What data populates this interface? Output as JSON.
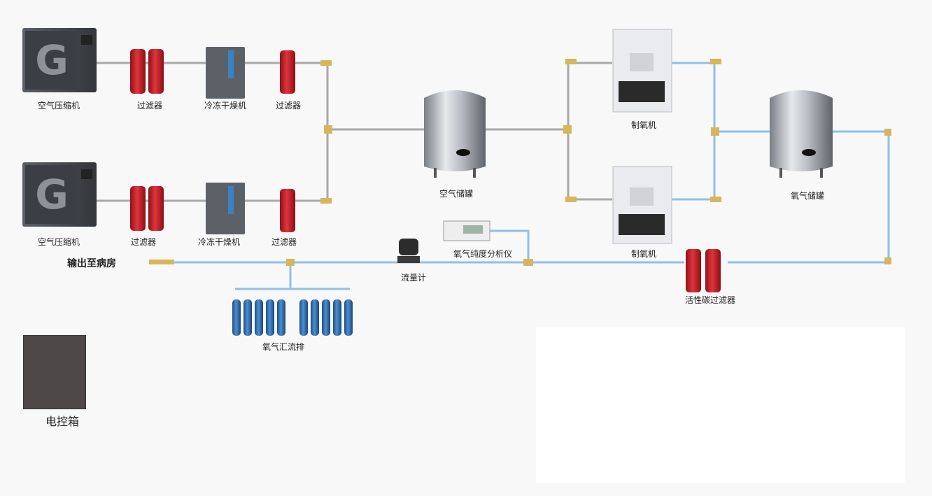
{
  "labels": {
    "compressor": "空气压缩机",
    "filter": "过滤器",
    "dryer": "冷冻干燥机",
    "air_tank": "空气储罐",
    "oxygen_generator": "制氧机",
    "oxygen_tank": "氧气储罐",
    "analyzer": "氧气纯度分析仪",
    "flowmeter": "流量计",
    "carbon_filter": "活性碳过滤器",
    "manifold": "氧气汇流排",
    "output": "输出至病房",
    "control_box": "电控箱"
  },
  "colors": {
    "air_pipe": "#a9a9a9",
    "oxygen_pipe": "#8fc0e6",
    "fitting": "#d8b55a",
    "filter_red": "#c8222a",
    "cylinder_blue": "#2e6fb3",
    "control_box": "#4e4848"
  },
  "icons": {
    "compressor": "air-compressor-icon",
    "filter": "filter-icon",
    "dryer": "dryer-icon",
    "tank": "storage-tank-icon",
    "generator": "oxygen-generator-icon",
    "cylinder": "gas-cylinder-icon",
    "meter": "flowmeter-icon",
    "analyzer": "analyzer-icon"
  }
}
